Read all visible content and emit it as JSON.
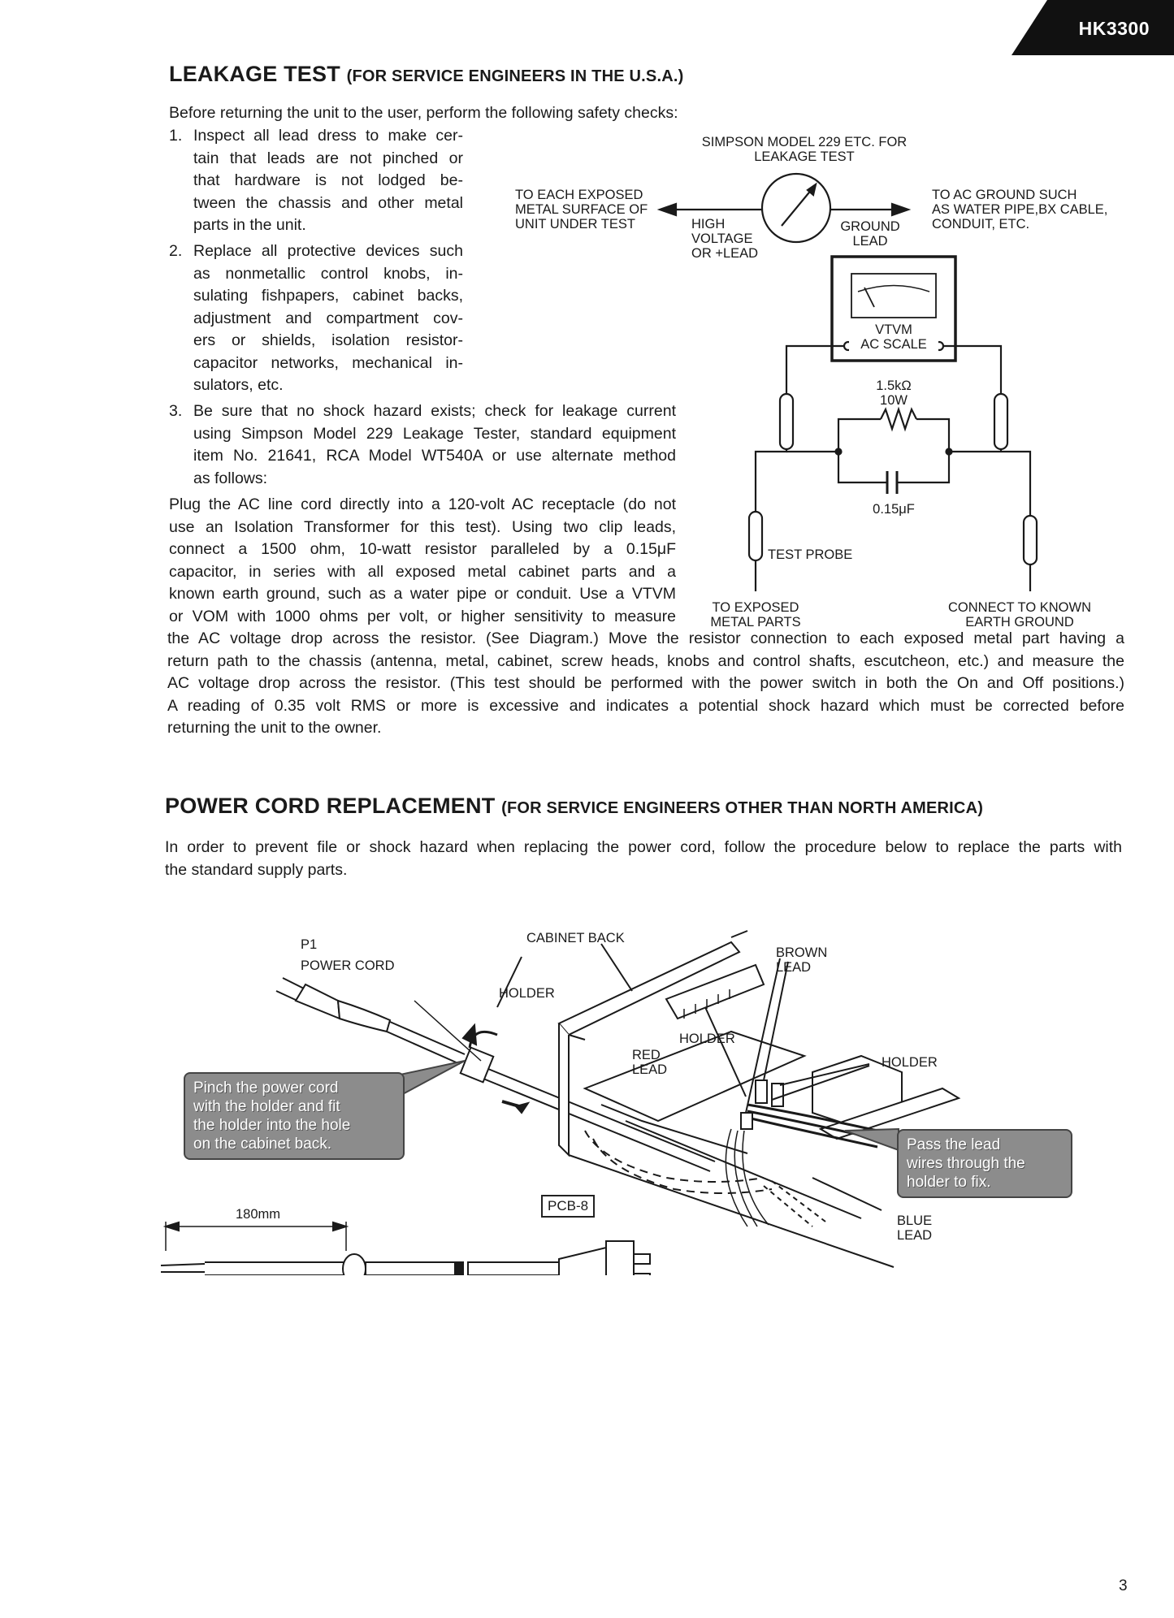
{
  "header": {
    "model": "HK3300"
  },
  "leakage": {
    "title": "LEAKAGE TEST",
    "subtitle": "(FOR SERVICE ENGINEERS IN THE U.S.A.)",
    "intro": "Before returning the unit to the user, perform the following safety checks:",
    "item1": {
      "num": "1.",
      "lines": [
        "Inspect all lead dress to make cer-",
        "tain that leads are not pinched or",
        "that hardware is not lodged be-",
        "tween the chassis and other metal",
        "parts in the unit."
      ]
    },
    "item2": {
      "num": "2.",
      "lines": [
        "Replace all protective devices such",
        "as nonmetallic control knobs, in-",
        "sulating fishpapers, cabinet backs,",
        "adjustment and compartment cov-",
        "ers or shields, isolation resistor-",
        "capacitor networks, mechanical in-",
        "sulators, etc."
      ]
    },
    "item3": {
      "num": "3.",
      "lines": [
        "Be sure that no shock hazard exists; check for leakage current",
        "using Simpson Model 229 Leakage Tester, standard equipment",
        "item No. 21641, RCA Model WT540A or use alternate method",
        "as follows:"
      ]
    },
    "para_narrow": [
      "Plug the AC line cord directly into a 120-volt AC receptacle (do not",
      "use an Isolation Transformer for this test). Using two clip leads,",
      "connect a 1500 ohm, 10-watt resistor paralleled by a 0.15μF",
      "capacitor, in series with all exposed metal cabinet parts and a",
      "known earth ground, such as a water pipe or conduit. Use a VTVM",
      "or VOM with 1000 ohms per volt, or higher sensitivity to measure"
    ],
    "para_wide": [
      "the AC voltage drop across the resistor. (See Diagram.) Move the resistor connection to each exposed metal part having a",
      "return path to the chassis (antenna, metal, cabinet, screw heads, knobs and control shafts, escutcheon, etc.) and measure the",
      "AC voltage drop across the resistor. (This test should be performed with the power switch in both the On and Off positions.)",
      "A reading of 0.35 volt RMS or more is excessive and indicates a potential shock hazard which must be corrected before",
      "returning the unit to the owner."
    ],
    "diagram": {
      "simpson_label": [
        "SIMPSON MODEL 229 ETC. FOR",
        "LEAKAGE TEST"
      ],
      "left_label": [
        "TO EACH EXPOSED",
        "METAL SURFACE OF",
        "UNIT UNDER TEST"
      ],
      "right_label": [
        "TO AC GROUND SUCH",
        "AS WATER PIPE,BX CABLE,",
        "CONDUIT, ETC."
      ],
      "high_label": [
        "HIGH",
        "VOLTAGE",
        "OR +LEAD"
      ],
      "ground_label": [
        "GROUND",
        "LEAD"
      ],
      "vtvm_label": [
        "VTVM",
        "AC SCALE"
      ],
      "resistor_label": [
        "1.5kΩ",
        "10W"
      ],
      "capacitor_label": "0.15μF",
      "test_probe_label": "TEST PROBE",
      "to_exposed_label": [
        "TO EXPOSED",
        "METAL PARTS"
      ],
      "connect_label": [
        "CONNECT TO KNOWN",
        "EARTH GROUND"
      ]
    }
  },
  "power_cord": {
    "title": "POWER CORD REPLACEMENT",
    "subtitle": "(FOR SERVICE ENGINEERS OTHER THAN NORTH AMERICA)",
    "intro": [
      "In order to prevent file or shock hazard when replacing the power cord, follow the procedure below to replace the parts with",
      "the standard supply parts."
    ],
    "diagram": {
      "p1": "P1",
      "power_cord": "POWER CORD",
      "cabinet_back": "CABINET BACK",
      "holder": "HOLDER",
      "brown_lead": [
        "BROWN",
        "LEAD"
      ],
      "holder_mid": "HOLDER",
      "red_lead": [
        "RED",
        "LEAD"
      ],
      "holder_right": "HOLDER",
      "blue_lead": [
        "BLUE",
        "LEAD"
      ],
      "pcb": "PCB-8",
      "length": "180mm",
      "callout_left": [
        "Pinch the power cord",
        "with the holder and fit",
        "the holder into the hole",
        "on the cabinet back."
      ],
      "callout_right": [
        "Pass the lead",
        "wires through the",
        "holder to fix."
      ]
    }
  },
  "footer": {
    "page_number": "3"
  }
}
